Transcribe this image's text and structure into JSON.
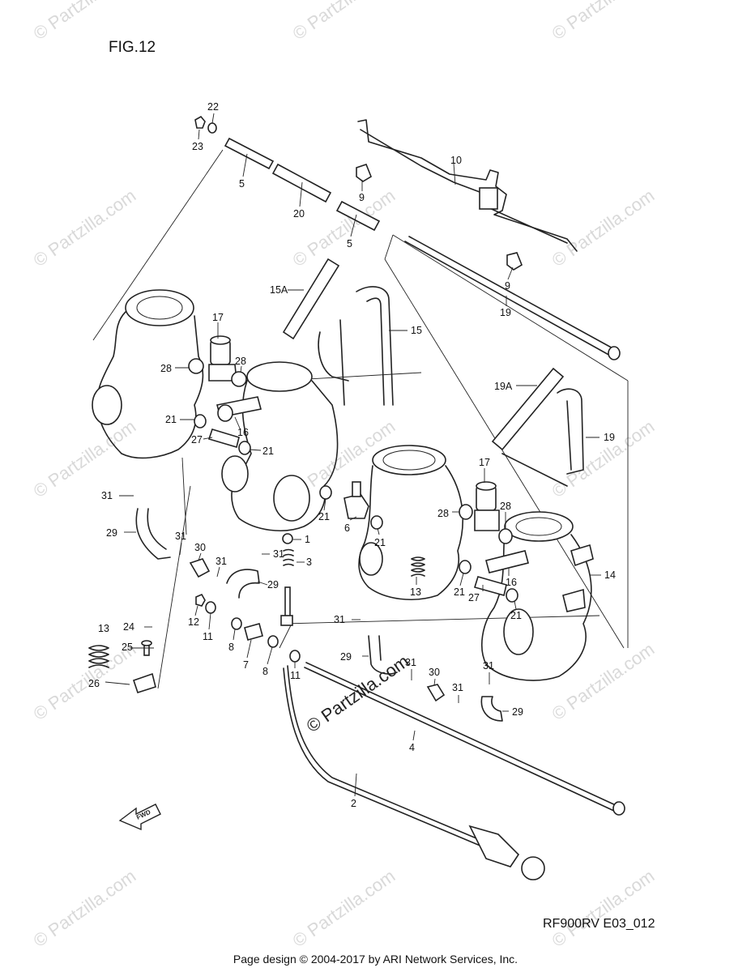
{
  "figure": {
    "title": "FIG.12",
    "code": "RF900RV E03_012",
    "footer": "Page design © 2004-2017 by ARI Network Services, Inc."
  },
  "watermark": {
    "text": "© Partzilla.com",
    "center_text": "© Partzilla.com"
  },
  "fwd_label": "FWD",
  "callouts": [
    {
      "id": "c-22",
      "text": "22"
    },
    {
      "id": "c-23",
      "text": "23"
    },
    {
      "id": "c-5a",
      "text": "5"
    },
    {
      "id": "c-20",
      "text": "20"
    },
    {
      "id": "c-5b",
      "text": "5"
    },
    {
      "id": "c-9a",
      "text": "9"
    },
    {
      "id": "c-10",
      "text": "10"
    },
    {
      "id": "c-9b",
      "text": "9"
    },
    {
      "id": "c-19a",
      "text": "19"
    },
    {
      "id": "c-15a",
      "text": "15A"
    },
    {
      "id": "c-15",
      "text": "15"
    },
    {
      "id": "c-17a",
      "text": "17"
    },
    {
      "id": "c-28a",
      "text": "28"
    },
    {
      "id": "c-28b",
      "text": "28"
    },
    {
      "id": "c-19A",
      "text": "19A"
    },
    {
      "id": "c-19b",
      "text": "19"
    },
    {
      "id": "c-21a",
      "text": "21"
    },
    {
      "id": "c-16a",
      "text": "16"
    },
    {
      "id": "c-27a",
      "text": "27"
    },
    {
      "id": "c-21b",
      "text": "21"
    },
    {
      "id": "c-17b",
      "text": "17"
    },
    {
      "id": "c-28c",
      "text": "28"
    },
    {
      "id": "c-28d",
      "text": "28"
    },
    {
      "id": "c-31a",
      "text": "31"
    },
    {
      "id": "c-21c",
      "text": "21"
    },
    {
      "id": "c-6",
      "text": "6"
    },
    {
      "id": "c-21d",
      "text": "21"
    },
    {
      "id": "c-1",
      "text": "1"
    },
    {
      "id": "c-29a",
      "text": "29"
    },
    {
      "id": "c-31b",
      "text": "31"
    },
    {
      "id": "c-30a",
      "text": "30"
    },
    {
      "id": "c-31c",
      "text": "31"
    },
    {
      "id": "c-31d",
      "text": "31"
    },
    {
      "id": "c-3",
      "text": "3"
    },
    {
      "id": "c-16b",
      "text": "16"
    },
    {
      "id": "c-14",
      "text": "14"
    },
    {
      "id": "c-29b",
      "text": "29"
    },
    {
      "id": "c-13a",
      "text": "13"
    },
    {
      "id": "c-21e",
      "text": "21"
    },
    {
      "id": "c-27b",
      "text": "27"
    },
    {
      "id": "c-21f",
      "text": "21"
    },
    {
      "id": "c-12",
      "text": "12"
    },
    {
      "id": "c-11a",
      "text": "11"
    },
    {
      "id": "c-31e",
      "text": "31"
    },
    {
      "id": "c-13b",
      "text": "13"
    },
    {
      "id": "c-24",
      "text": "24"
    },
    {
      "id": "c-25",
      "text": "25"
    },
    {
      "id": "c-7",
      "text": "7"
    },
    {
      "id": "c-8a",
      "text": "8"
    },
    {
      "id": "c-8b",
      "text": "8"
    },
    {
      "id": "c-26",
      "text": "26"
    },
    {
      "id": "c-11b",
      "text": "11"
    },
    {
      "id": "c-29c",
      "text": "29"
    },
    {
      "id": "c-31f",
      "text": "31"
    },
    {
      "id": "c-30b",
      "text": "30"
    },
    {
      "id": "c-31g",
      "text": "31"
    },
    {
      "id": "c-31h",
      "text": "31"
    },
    {
      "id": "c-29d",
      "text": "29"
    },
    {
      "id": "c-4",
      "text": "4"
    },
    {
      "id": "c-2",
      "text": "2"
    }
  ]
}
